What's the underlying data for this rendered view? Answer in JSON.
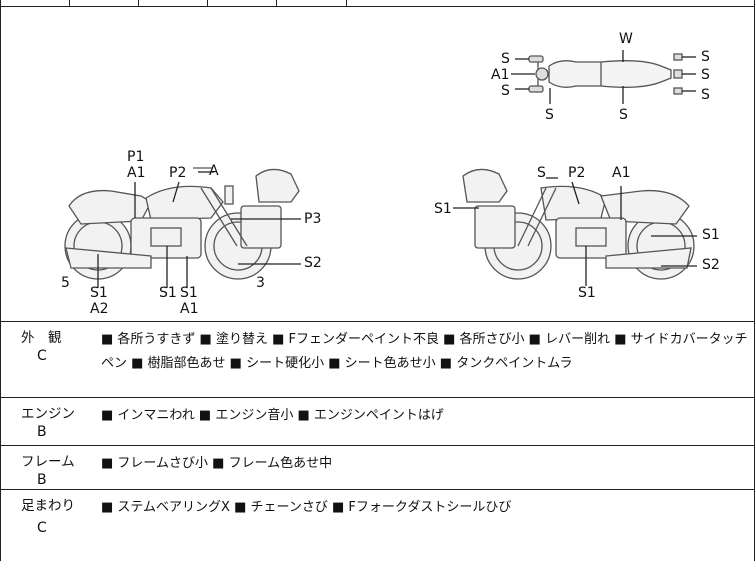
{
  "diagram_labels": {
    "top_W": "W",
    "top_S_left1": "S",
    "top_A1_left": "A1",
    "top_S_left2": "S",
    "top_S_bottom1": "S",
    "top_S_bottom2": "S",
    "top_S_right1": "S",
    "top_S_right2": "S",
    "top_S_right3": "S",
    "left_P1": "P1",
    "left_A1": "A1",
    "left_P2": "P2",
    "left_A": "A",
    "left_P3": "P3",
    "left_S2": "S2",
    "left_5": "5",
    "left_S1_a": "S1",
    "left_A2": "A2",
    "left_S1_b": "S1",
    "left_S1_c": "S1",
    "left_A1_bottom": "A1",
    "left_3": "3",
    "right_S": "S",
    "right_P2": "P2",
    "right_A1": "A1",
    "right_S1_left": "S1",
    "right_S1_right": "S1",
    "right_S2": "S2",
    "right_S1_bottom": "S1"
  },
  "rows": [
    {
      "category": "外　観",
      "grade": "C",
      "items": "■ 各所うすきず ■ 塗り替え ■ Fフェンダーペイント不良 ■ 各所さび小 ■ レバー削れ ■ サイドカバータッチペン ■ 樹脂部色あせ ■ シート硬化小 ■ シート色あせ小 ■ タンクペイントムラ"
    },
    {
      "category": "エンジン",
      "grade": "B",
      "items": "■ インマニわれ ■ エンジン音小 ■ エンジンペイントはげ"
    },
    {
      "category": "フレーム",
      "grade": "B",
      "items": "■ フレームさび小 ■ フレーム色あせ中"
    },
    {
      "category": "足まわり",
      "grade": "C",
      "items": "■ ステムベアリングX ■ チェーンさび ■ Fフォークダストシールひび"
    }
  ]
}
